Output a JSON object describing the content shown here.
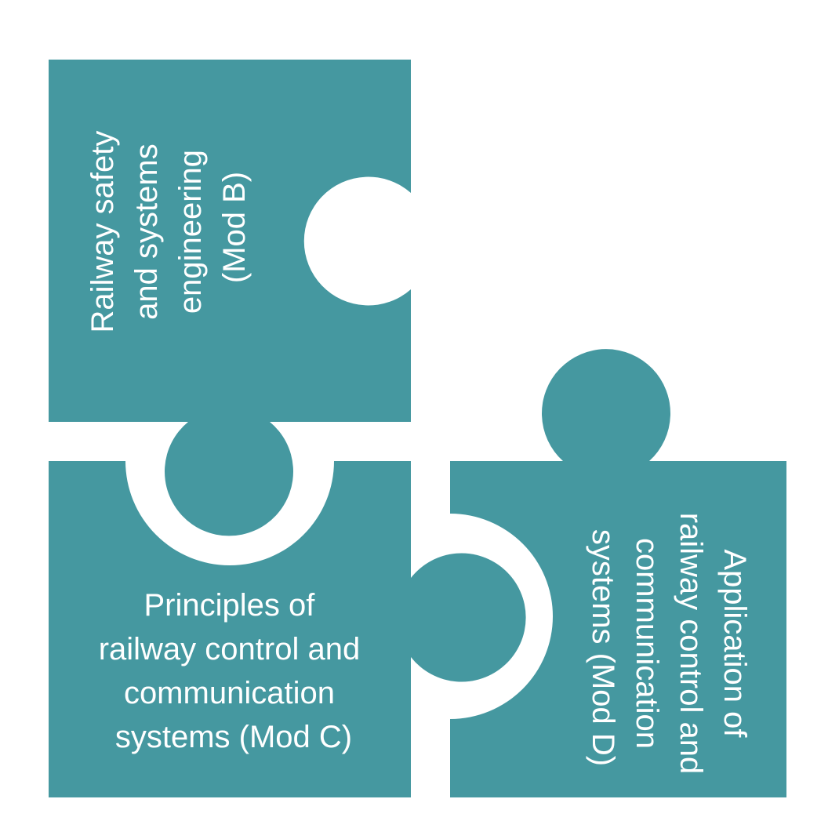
{
  "colors": {
    "piece_fill": "#4598A0",
    "background": "#FFFFFF",
    "text": "#FFFFFF"
  },
  "pieces": {
    "mod_b": {
      "lines": [
        "Railway safety",
        "and systems",
        "engineering",
        "(Mod B)"
      ]
    },
    "mod_c": {
      "lines": [
        "Principles of",
        "railway control and",
        "communication",
        "systems (Mod C)"
      ]
    },
    "mod_d": {
      "lines": [
        "Application of",
        "railway control and",
        "communication",
        "systems (Mod D)"
      ]
    }
  }
}
